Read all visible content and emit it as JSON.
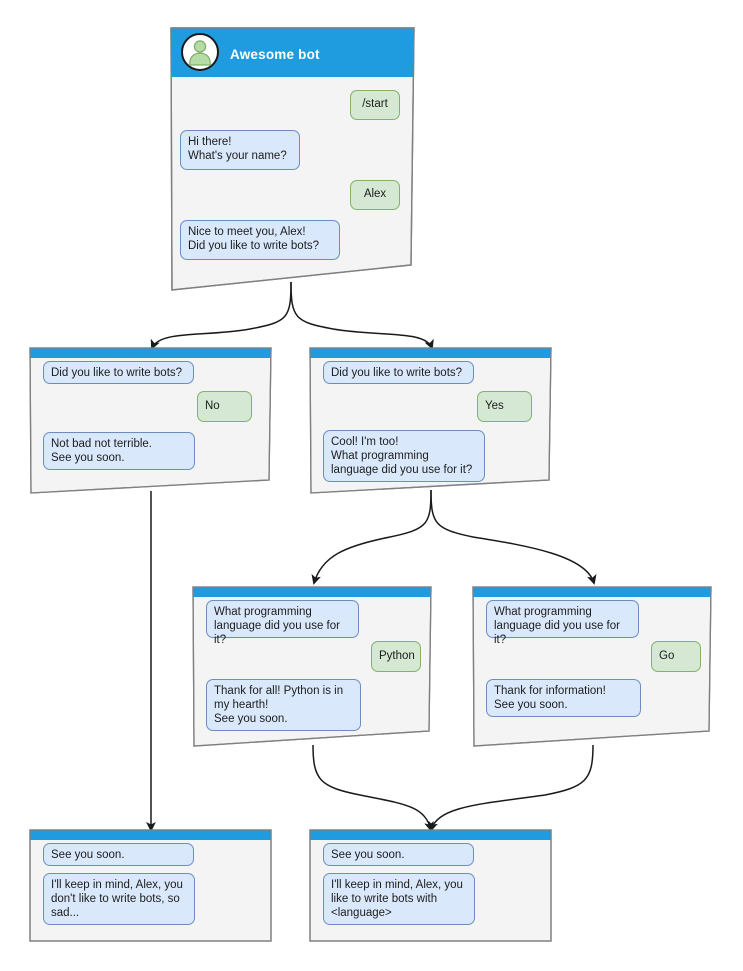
{
  "diagram": {
    "title": "Awesome bot conversation flow",
    "type": "chatbot-dialog-flow"
  },
  "colors": {
    "header_blue": "#1f9cdf",
    "card_body": "#f4f4f4",
    "card_border": "#808080",
    "bot_bubble_fill": "#dae8fc",
    "bot_bubble_border": "#6c8ebf",
    "user_bubble_fill": "#d5e8d4",
    "user_bubble_border": "#82b366",
    "avatar_fill": "#a9d08e",
    "edge": "#1a1a1a",
    "text": "#1d1d1d",
    "header_text": "#ffffff"
  },
  "root_card": {
    "header_title": "Awesome bot",
    "avatar_icon": "user-avatar-icon",
    "messages": [
      {
        "from": "user",
        "text": "/start"
      },
      {
        "from": "bot",
        "text": "Hi there!\nWhat's your name?"
      },
      {
        "from": "user",
        "text": "Alex"
      },
      {
        "from": "bot",
        "text": "Nice to meet you, Alex!\nDid you like to write bots?"
      }
    ]
  },
  "cards": [
    {
      "id": "no-branch",
      "messages": [
        {
          "from": "bot",
          "text": "Did you like to write bots?"
        },
        {
          "from": "user",
          "text": "No"
        },
        {
          "from": "bot",
          "text": "Not bad not terrible.\nSee you soon."
        }
      ]
    },
    {
      "id": "yes-branch",
      "messages": [
        {
          "from": "bot",
          "text": "Did you like to write bots?"
        },
        {
          "from": "user",
          "text": "Yes"
        },
        {
          "from": "bot",
          "text": "Cool! I'm too!\nWhat programming\nlanguage did you use for it?"
        }
      ]
    },
    {
      "id": "python-branch",
      "messages": [
        {
          "from": "bot",
          "text": "What programming\nlanguage did you use for it?"
        },
        {
          "from": "user",
          "text": "Python"
        },
        {
          "from": "bot",
          "text": "Thank for all! Python is in\nmy hearth!\nSee you soon."
        }
      ]
    },
    {
      "id": "go-branch",
      "messages": [
        {
          "from": "bot",
          "text": "What programming\nlanguage did you use for it?"
        },
        {
          "from": "user",
          "text": "Go"
        },
        {
          "from": "bot",
          "text": "Thank for information!\nSee you soon."
        }
      ]
    },
    {
      "id": "end-sad",
      "messages": [
        {
          "from": "bot",
          "text": "See you soon."
        },
        {
          "from": "bot",
          "text": "I'll keep in mind, Alex, you\ndon't like to write bots, so\nsad..."
        }
      ]
    },
    {
      "id": "end-happy",
      "messages": [
        {
          "from": "bot",
          "text": "See you soon."
        },
        {
          "from": "bot",
          "text": "I'll keep in mind, Alex, you\nlike to write bots with\n<language>"
        }
      ]
    }
  ]
}
